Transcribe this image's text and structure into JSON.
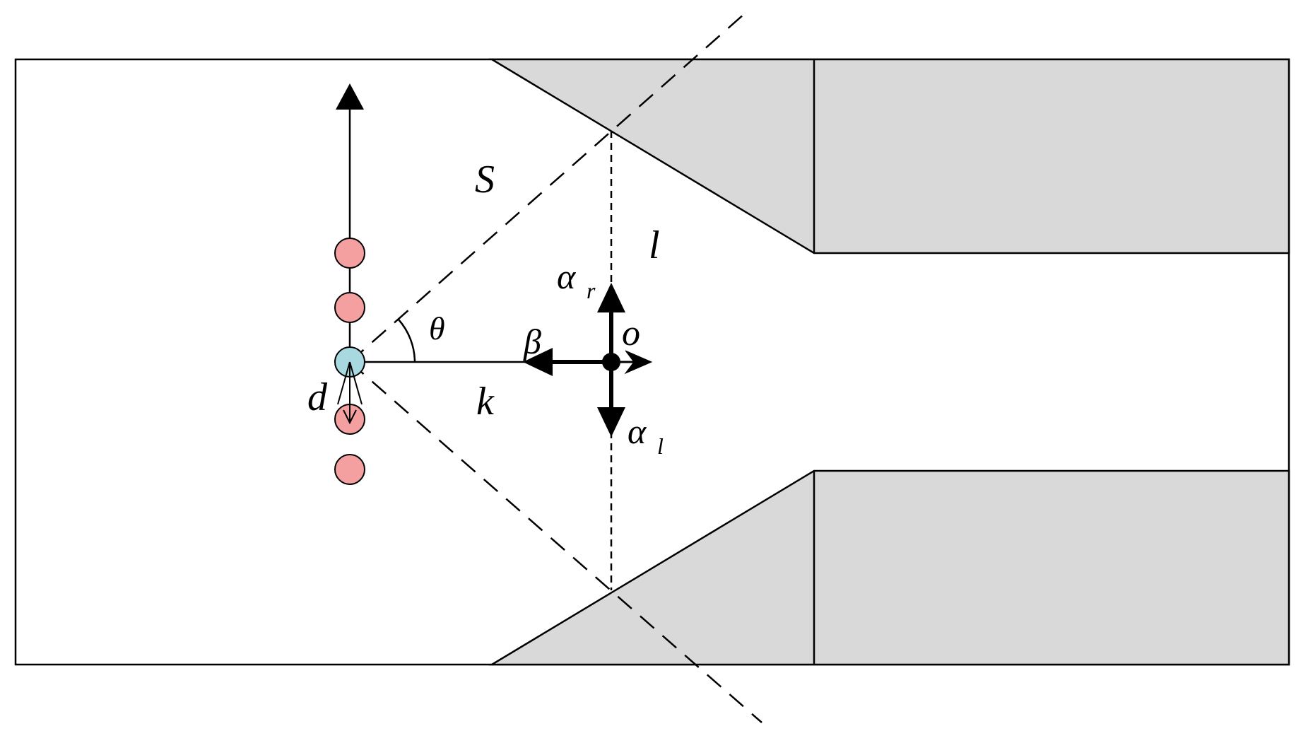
{
  "labels": {
    "S": "S",
    "l": "l",
    "theta": "θ",
    "beta": "β",
    "o": "o",
    "k": "k",
    "d": "d",
    "alpha_r": "α",
    "alpha_r_sub": "r",
    "alpha_l": "α",
    "alpha_l_sub": "l"
  },
  "colors": {
    "stroke": "#000000",
    "obstacle_fill": "#d9d9d9",
    "pink_circle": "#f4a0a0",
    "blue_circle": "#a8d8e0",
    "background": "#ffffff"
  }
}
